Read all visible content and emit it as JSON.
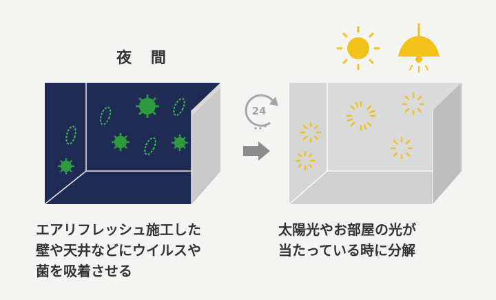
{
  "night_title": "夜 間",
  "timer_label": "24",
  "captions": {
    "left": "エアリフレッシュ施工した\n壁や天井などにウイルスや\n菌を吸着させる",
    "right": "太陽光やお部屋の光が\n当たっている時に分解"
  },
  "colors": {
    "night_wall": "#1f2a55",
    "night_side": "#c9c9c9",
    "germ_green": "#2e9a3e",
    "virus_outline": "#35c44a",
    "day_wall": "#d9dad9",
    "day_side": "#bdbdbd",
    "sun_yellow": "#f2c21a",
    "arrow_gray": "#8c8c8c"
  },
  "icons": [
    "sun-icon",
    "pendant-lamp-icon",
    "24-hour-cycle-icon",
    "right-arrow-icon"
  ]
}
